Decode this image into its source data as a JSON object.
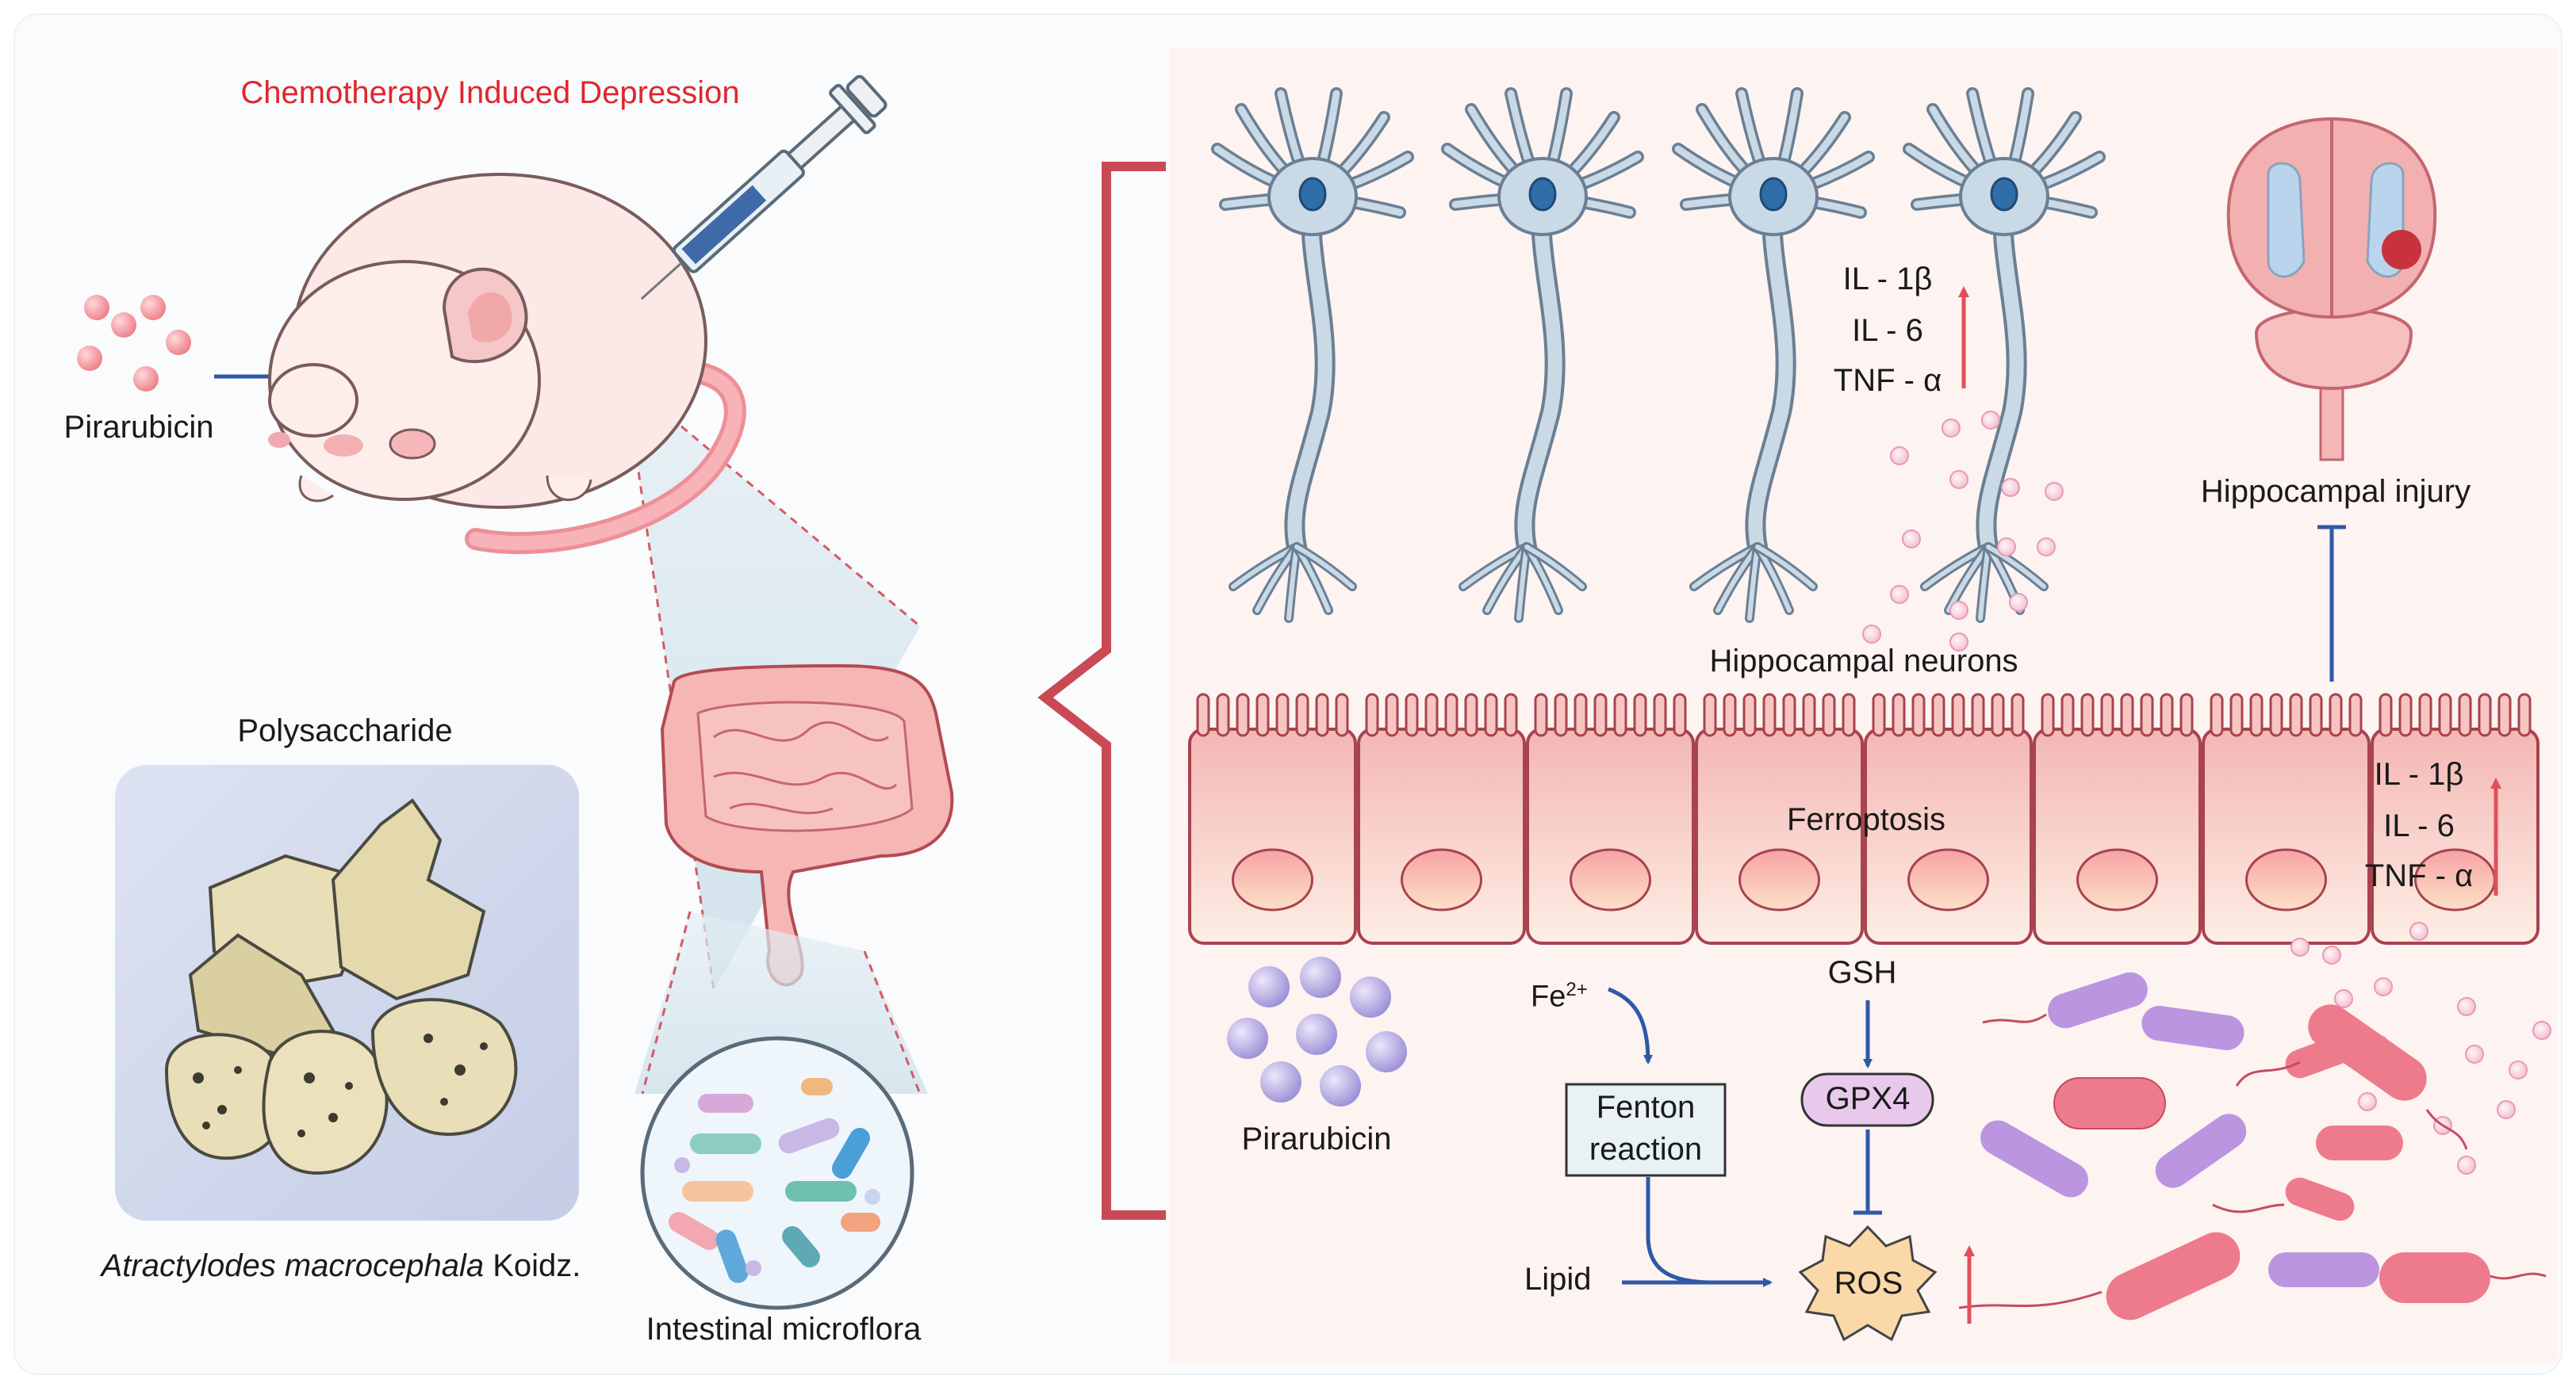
{
  "title": "Chemotherapy Induced Depression",
  "left": {
    "pirarubicin_label": "Pirarubicin",
    "polysaccharide_label": "Polysaccharide",
    "species_italic": "Atractylodes macrocephala",
    "species_author": "Koidz.",
    "microflora_label": "Intestinal microflora"
  },
  "right": {
    "neuron_cytokines": [
      "IL - 1β",
      "IL - 6",
      "TNF - α"
    ],
    "hippocampal_neurons_label": "Hippocampal neurons",
    "hippocampal_injury_label": "Hippocampal injury",
    "ferroptosis_label": "Ferroptosis",
    "epithelium_cytokines": [
      "IL - 1β",
      "IL - 6",
      "TNF - α"
    ],
    "pirarubicin_label": "Pirarubicin",
    "fe_base": "Fe",
    "fe_sup": "2+",
    "fenton_line1": "Fenton",
    "fenton_line2": "reaction",
    "lipid_label": "Lipid",
    "gsh_label": "GSH",
    "gpx4_label": "GPX4",
    "ros_label": "ROS"
  },
  "colors": {
    "title_red": "#e0262f",
    "bracket_red": "#c94a55",
    "arrow_blue": "#2f58a8",
    "arrow_red": "#e0505a",
    "panel_bg": "#fdf3f1",
    "neuron": "#c9d9e6",
    "epithelium": "#f6c5c2"
  }
}
